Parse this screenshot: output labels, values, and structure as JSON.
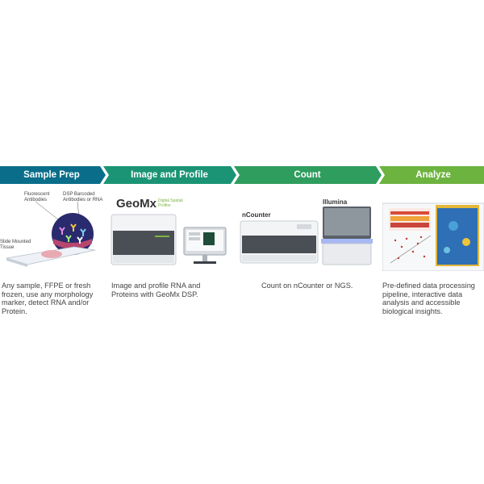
{
  "steps": [
    {
      "label": "Sample Prep",
      "color": "#0a6e8a"
    },
    {
      "label": "Image and Profile",
      "color": "#1b9475"
    },
    {
      "label": "Count",
      "color": "#2f9d5e"
    },
    {
      "label": "Analyze",
      "color": "#6db33f"
    }
  ],
  "sample_prep": {
    "label_fluor": "Fluorescent Antibodies",
    "label_dsp": "DSP Barcoded Antibodies or RNA",
    "label_slide": "Slide Mounted Tissue",
    "caption": "Any sample, FFPE or fresh frozen, use any morphology marker, detect RNA and/or Protein."
  },
  "image_profile": {
    "brand": "GeoMx",
    "sub": "Digital Spatial Profiler",
    "caption": "Image and profile RNA and Proteins with GeoMx DSP."
  },
  "count": {
    "brand_ncounter": "nCounter",
    "brand_illumina": "Illumina",
    "caption": "Count on nCounter or NGS."
  },
  "analyze": {
    "caption": "Pre-defined data processing pipeline, interactive data analysis and accessible biological insights."
  }
}
